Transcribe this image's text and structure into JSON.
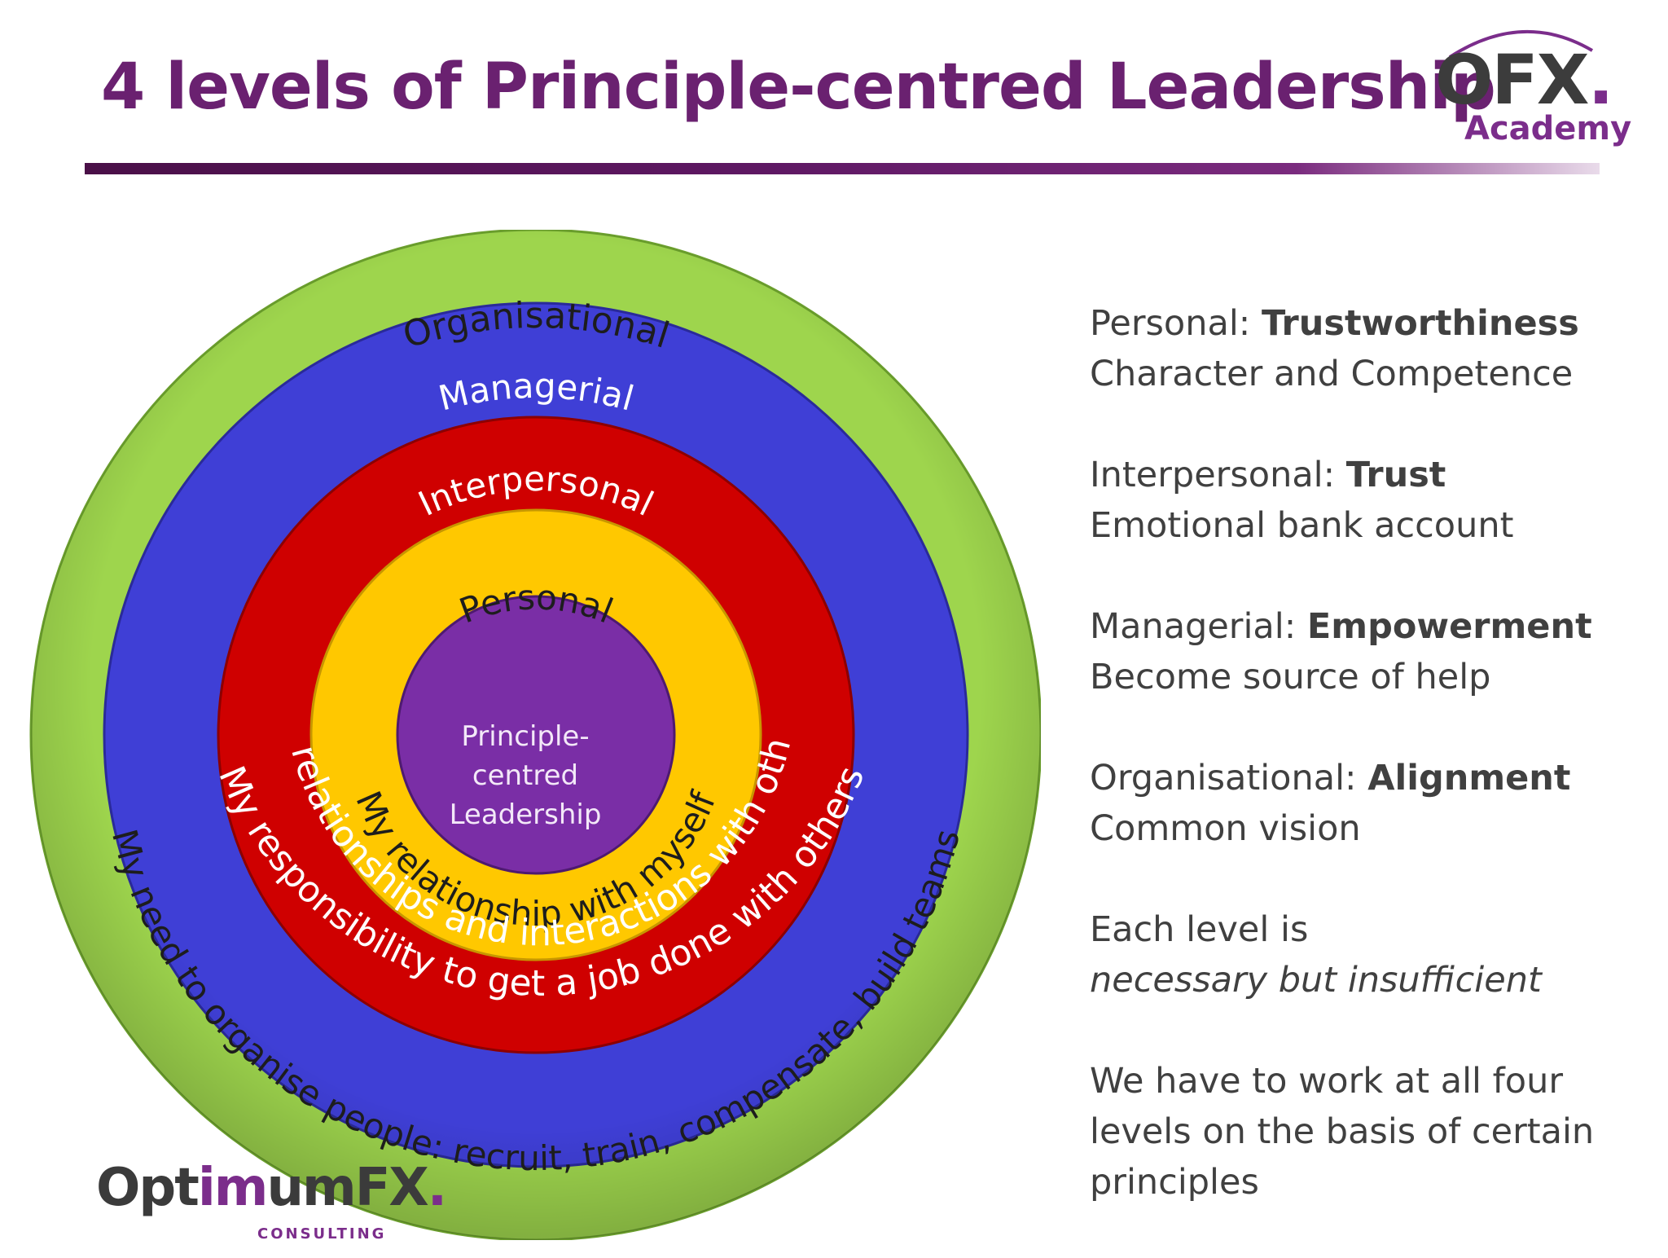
{
  "title": "4 levels of Principle-centred Leadership",
  "logo_top": {
    "ofx": "OFX",
    "dot": ".",
    "academy": "Academy"
  },
  "logo_bottom": {
    "pre": "Opt",
    "im": "im",
    "post": "umFX",
    "dot": ".",
    "sub": "CONSULTING"
  },
  "diagram": {
    "center": [
      "Principle-",
      "centred",
      "Leadership"
    ],
    "rings": [
      {
        "name": "Organisational",
        "desc": "My need to organise people: recruit, train, compensate, build teams",
        "color": "#9ed54d"
      },
      {
        "name": "Managerial",
        "desc": "My responsibility to get a job done with others",
        "color": "#3f3fd6"
      },
      {
        "name": "Interpersonal",
        "desc": "My relationships and interactions with others",
        "color": "#cf0000"
      },
      {
        "name": "Personal",
        "desc": "My relationship with myself",
        "color": "#ffc800"
      }
    ],
    "center_color": "#7a2ea6"
  },
  "points": [
    {
      "label": "Personal: ",
      "strong": "Trustworthiness",
      "detail": "Character and Competence"
    },
    {
      "label": "Interpersonal: ",
      "strong": "Trust",
      "detail": "Emotional bank account"
    },
    {
      "label": "Managerial: ",
      "strong": "Empowerment",
      "detail": "Become source of help"
    },
    {
      "label": "Organisational: ",
      "strong": "Alignment",
      "detail": "Common vision"
    }
  ],
  "note1": {
    "line1": "Each level is",
    "line2": "necessary but insufficient"
  },
  "note2": [
    "We have to work at all four",
    "levels on the basis of certain",
    "principles"
  ]
}
